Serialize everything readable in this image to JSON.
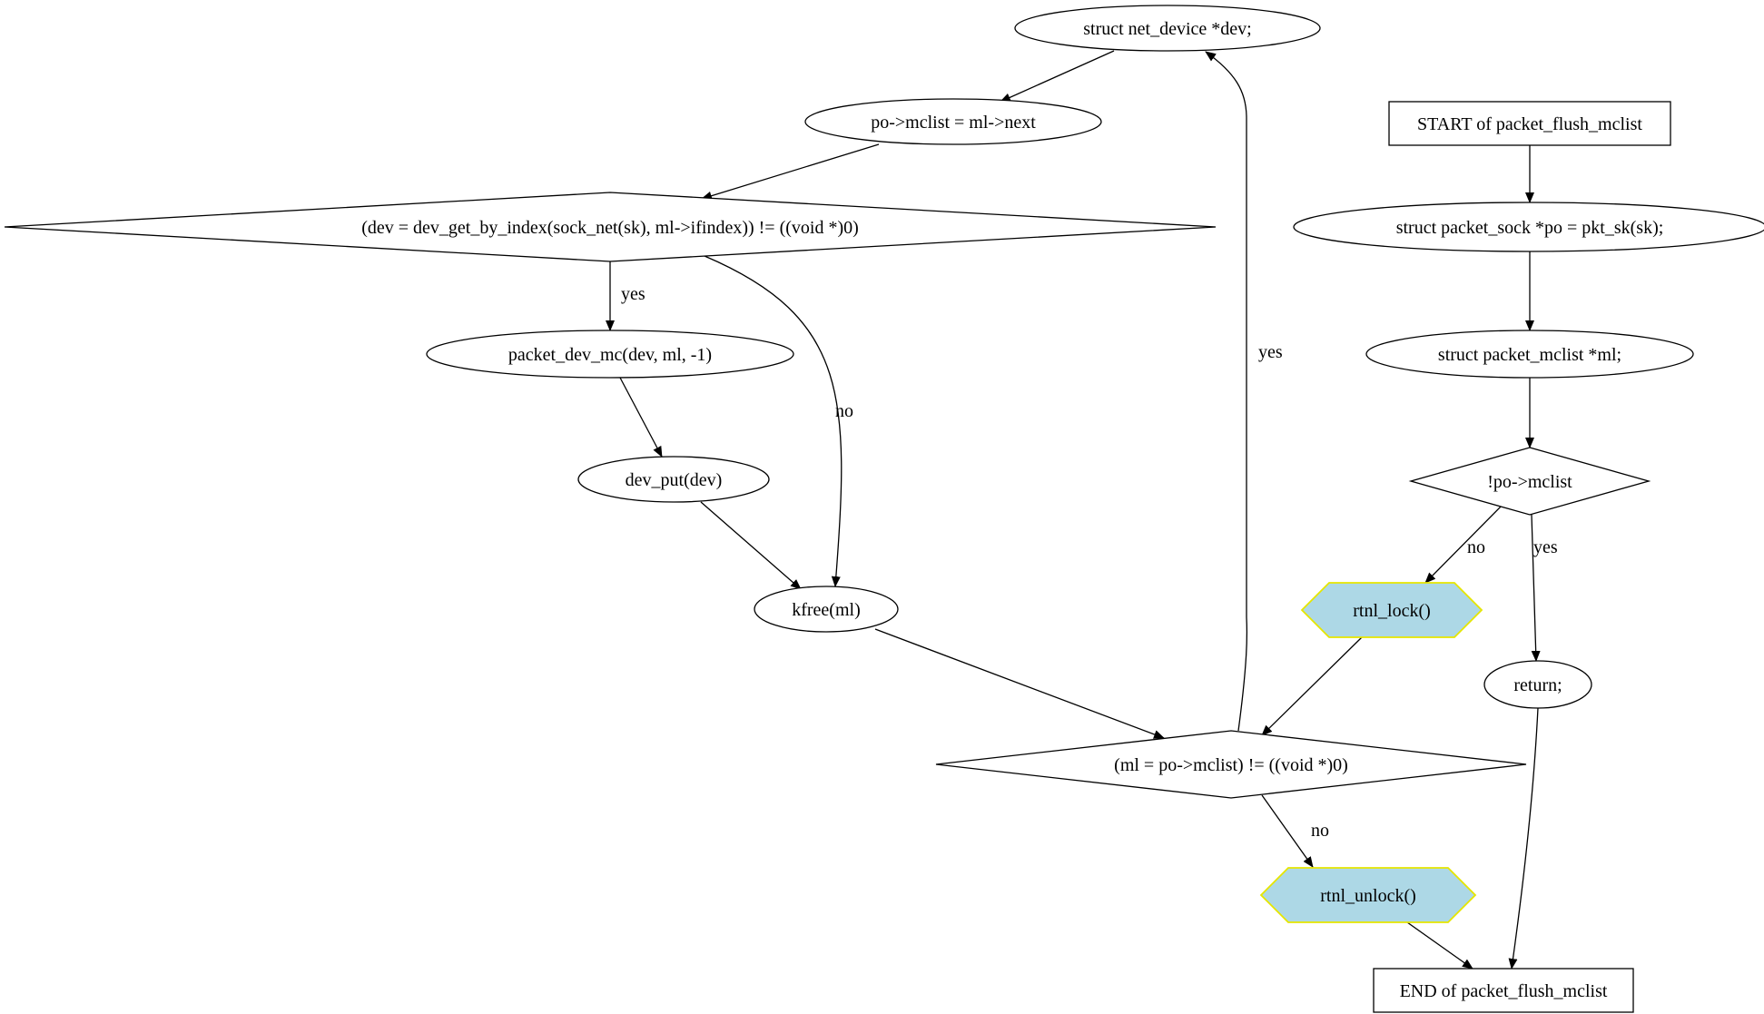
{
  "diagram": {
    "nodes": [
      {
        "id": "dev_decl",
        "shape": "ellipse",
        "label": "struct net_device *dev;"
      },
      {
        "id": "mclist_next",
        "shape": "ellipse",
        "label": "po->mclist = ml->next"
      },
      {
        "id": "dev_cond",
        "shape": "diamond",
        "label": "(dev = dev_get_by_index(sock_net(sk), ml->ifindex)) != ((void *)0)"
      },
      {
        "id": "packet_dev_mc",
        "shape": "ellipse",
        "label": "packet_dev_mc(dev, ml, -1)"
      },
      {
        "id": "dev_put",
        "shape": "ellipse",
        "label": "dev_put(dev)"
      },
      {
        "id": "kfree",
        "shape": "ellipse",
        "label": "kfree(ml)"
      },
      {
        "id": "start",
        "shape": "box",
        "label": "START of packet_flush_mclist"
      },
      {
        "id": "po_decl",
        "shape": "ellipse",
        "label": "struct packet_sock *po = pkt_sk(sk);"
      },
      {
        "id": "ml_decl",
        "shape": "ellipse",
        "label": "struct packet_mclist *ml;"
      },
      {
        "id": "mclist_cond",
        "shape": "diamond",
        "label": "!po->mclist"
      },
      {
        "id": "rtnl_lock",
        "shape": "hexagon",
        "label": "rtnl_lock()"
      },
      {
        "id": "return",
        "shape": "ellipse",
        "label": "return;"
      },
      {
        "id": "loop_cond",
        "shape": "diamond",
        "label": "(ml = po->mclist) != ((void *)0)"
      },
      {
        "id": "rtnl_unlock",
        "shape": "hexagon",
        "label": "rtnl_unlock()"
      },
      {
        "id": "end",
        "shape": "box",
        "label": "END of packet_flush_mclist"
      }
    ],
    "edges": [
      {
        "id": "e1",
        "from": "dev_decl",
        "to": "mclist_next",
        "label": ""
      },
      {
        "id": "e2",
        "from": "mclist_next",
        "to": "dev_cond",
        "label": ""
      },
      {
        "id": "e3",
        "from": "dev_cond",
        "to": "packet_dev_mc",
        "label": "yes"
      },
      {
        "id": "e4",
        "from": "dev_cond",
        "to": "kfree",
        "label": "no"
      },
      {
        "id": "e5",
        "from": "packet_dev_mc",
        "to": "dev_put",
        "label": ""
      },
      {
        "id": "e6",
        "from": "dev_put",
        "to": "kfree",
        "label": ""
      },
      {
        "id": "e7",
        "from": "kfree",
        "to": "loop_cond",
        "label": ""
      },
      {
        "id": "e8",
        "from": "loop_cond",
        "to": "dev_decl",
        "label": "yes"
      },
      {
        "id": "e9",
        "from": "loop_cond",
        "to": "rtnl_unlock",
        "label": "no"
      },
      {
        "id": "e10",
        "from": "start",
        "to": "po_decl",
        "label": ""
      },
      {
        "id": "e11",
        "from": "po_decl",
        "to": "ml_decl",
        "label": ""
      },
      {
        "id": "e12",
        "from": "ml_decl",
        "to": "mclist_cond",
        "label": ""
      },
      {
        "id": "e13",
        "from": "mclist_cond",
        "to": "rtnl_lock",
        "label": "no"
      },
      {
        "id": "e14",
        "from": "mclist_cond",
        "to": "return",
        "label": "yes"
      },
      {
        "id": "e15",
        "from": "rtnl_lock",
        "to": "loop_cond",
        "label": ""
      },
      {
        "id": "e16",
        "from": "rtnl_unlock",
        "to": "end",
        "label": ""
      },
      {
        "id": "e17",
        "from": "return",
        "to": "end",
        "label": ""
      }
    ],
    "colors": {
      "line": "#000000",
      "hexagon_fill": "#add8e6",
      "hexagon_stroke": "#e6e600",
      "background": "#ffffff"
    }
  }
}
